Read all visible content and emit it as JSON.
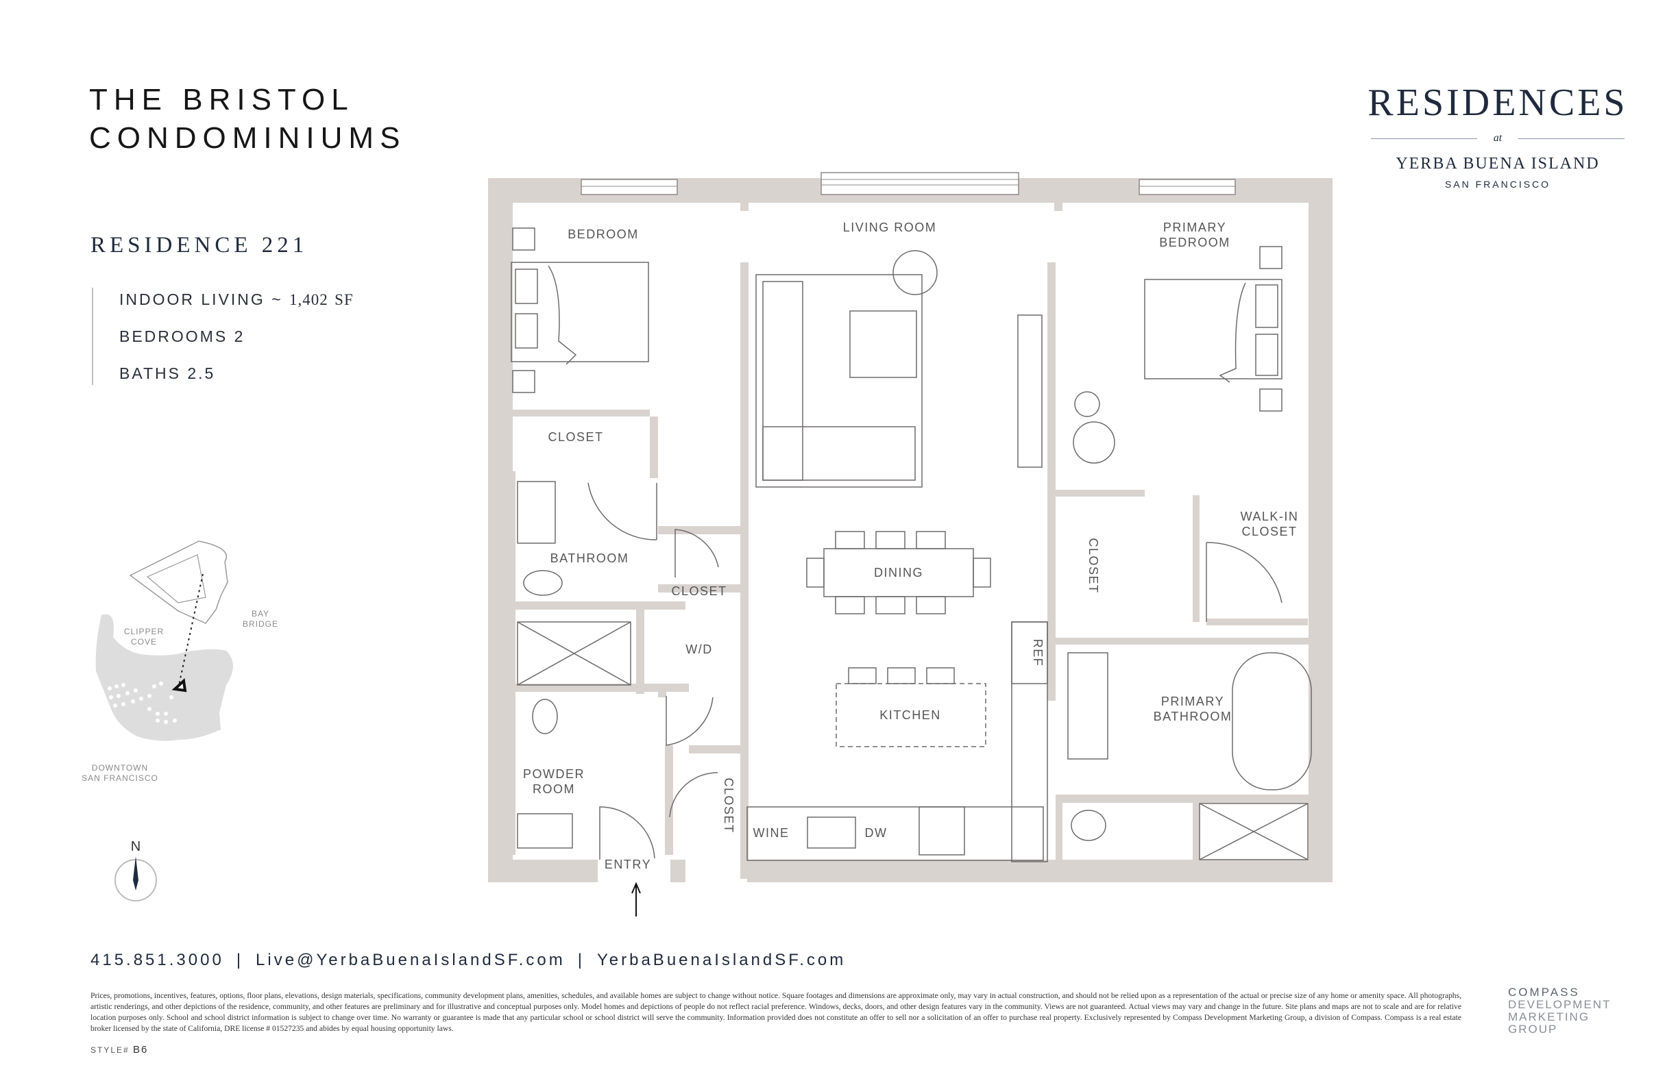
{
  "header": {
    "title_line1": "THE BRISTOL",
    "title_line2": "CONDOMINIUMS",
    "residence": "RESIDENCE 221"
  },
  "stats": {
    "indoor_label": "INDOOR LIVING ~",
    "indoor_value": "1,402",
    "indoor_unit": "SF",
    "bedrooms": "BEDROOMS 2",
    "baths": "BATHS 2.5"
  },
  "brand": {
    "name": "RESIDENCES",
    "at": "at",
    "place": "YERBA BUENA ISLAND",
    "city": "SAN FRANCISCO"
  },
  "map": {
    "bay_bridge": [
      "BAY",
      "BRIDGE"
    ],
    "clipper_cove": [
      "CLIPPER",
      "COVE"
    ],
    "downtown": [
      "DOWNTOWN",
      "SAN FRANCISCO"
    ],
    "north": "N"
  },
  "rooms": {
    "bedroom": "BEDROOM",
    "living_room": "LIVING ROOM",
    "primary_bedroom": [
      "PRIMARY",
      "BEDROOM"
    ],
    "closet": "CLOSET",
    "bathroom": "BATHROOM",
    "wd": "W/D",
    "dining": "DINING",
    "kitchen": "KITCHEN",
    "ref": "REF",
    "walk_in_closet": [
      "WALK-IN",
      "CLOSET"
    ],
    "primary_bathroom": [
      "PRIMARY",
      "BATHROOM"
    ],
    "powder_room": [
      "POWDER",
      "ROOM"
    ],
    "wine": "WINE",
    "dw": "DW",
    "entry": "ENTRY"
  },
  "contact": {
    "phone": "415.851.3000",
    "email": "Live@YerbaBuenaIslandSF.com",
    "web": "YerbaBuenaIslandSF.com",
    "separator": "|"
  },
  "disclaimer": "Prices, promotions, incentives, features, options, floor plans, elevations, design materials, specifications, community development plans, amenities, schedules, and available homes are subject to change without notice. Square footages and dimensions are approximate only, may vary in actual construction, and should not be relied upon as a representation of the actual or precise size of any home or amenity space. All photographs, artistic renderings, and other depictions of the residence, community, and other features are preliminary and for illustrative and conceptual purposes only. Model homes and depictions of people do not reflect racial preference. Windows, decks, doors, and other design features vary in the community. Views are not guaranteed. Actual views may vary and change in the future. Site plans and maps are not to scale and are for relative location purposes only. School and school district information is subject to change over time. No warranty or guarantee is made that any particular school or school district will serve the community. Information provided does not constitute an offer to sell nor a solicitation of an offer to purchase real property. Exclusively represented by Compass Development Marketing Group, a division of Compass. Compass is a real estate broker licensed by the state of California, DRE license # 01527235 and abides by equal housing opportunity laws.",
  "style": {
    "label": "STYLE#",
    "value": "B6"
  },
  "compass_logo": [
    "COMPASS",
    "DEVELOPMENT",
    "MARKETING",
    "GROUP"
  ],
  "colors": {
    "wall": "#d9d3d0",
    "navy": "#1f2a3d",
    "line": "#6e6a6a"
  }
}
